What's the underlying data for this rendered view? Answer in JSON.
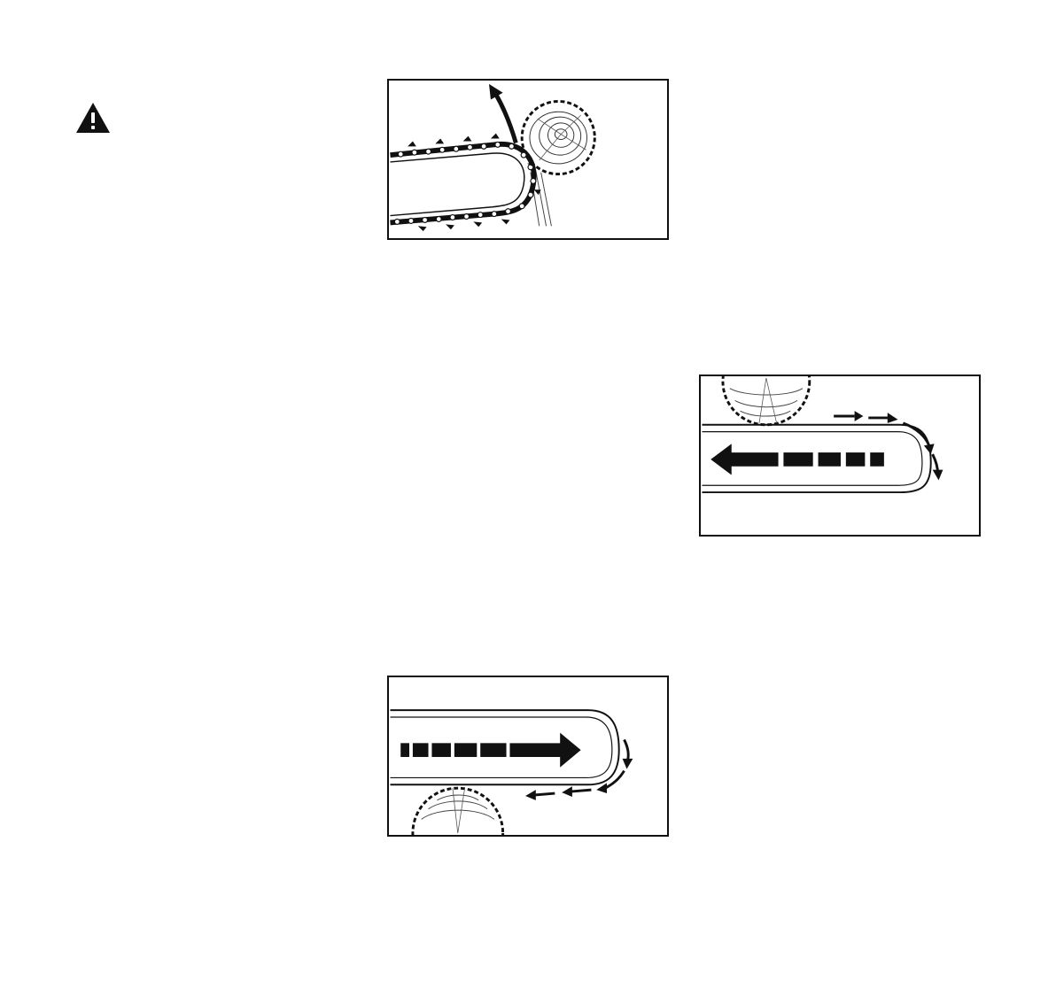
{
  "page": {
    "icons": {
      "warning": "warning-triangle-icon"
    },
    "figures": [
      {
        "id": "kickback",
        "icon": "rotational-kickback-illustration"
      },
      {
        "id": "pull-in",
        "icon": "pull-in-illustration"
      },
      {
        "id": "pushback",
        "icon": "pushback-illustration"
      }
    ],
    "colors": {
      "ink": "#111111",
      "paper": "#ffffff"
    }
  }
}
